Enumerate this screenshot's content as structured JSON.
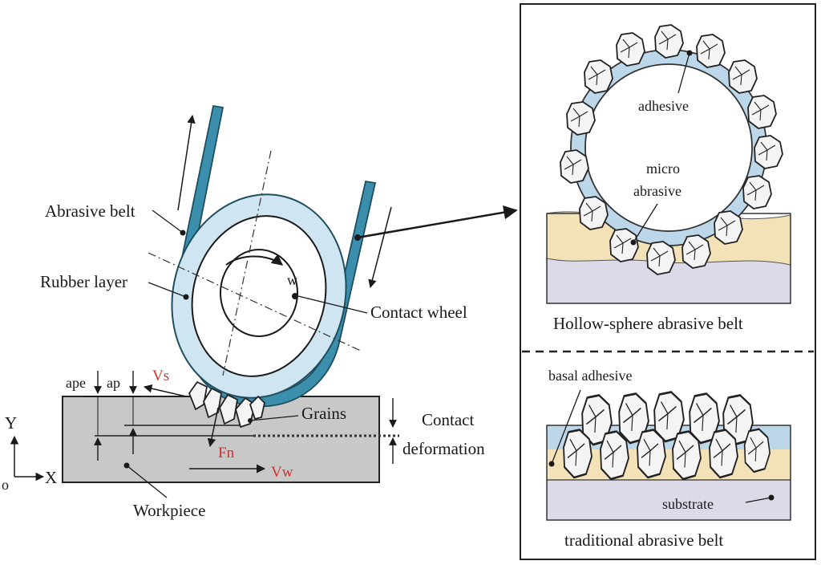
{
  "colors": {
    "belt": "#3b8fad",
    "belt_light": "#cfe6f2",
    "workpiece": "#c8c8c8",
    "adhesive_yellow": "#f3e2b8",
    "substrate": "#dcdae8",
    "force_red": "#d0312d"
  },
  "machine": {
    "abrasive_belt": "Abrasive belt",
    "rubber_layer": "Rubber layer",
    "contact_wheel": "Contact wheel",
    "omega": "w",
    "grains": "Grains",
    "contact_deformation_line1": "Contact",
    "contact_deformation_line2": "deformation",
    "workpiece": "Workpiece",
    "ape": "ape",
    "ap": "ap",
    "vs": "Vs",
    "fn": "Fn",
    "vw": "Vw"
  },
  "axes": {
    "y": "Y",
    "x": "X",
    "origin": "o"
  },
  "hollow_sphere_panel": {
    "adhesive": "adhesive",
    "micro_line1": "micro",
    "micro_line2": "abrasive",
    "caption": "Hollow-sphere abrasive belt"
  },
  "traditional_panel": {
    "basal_adhesive": "basal adhesive",
    "substrate": "substrate",
    "caption": "traditional abrasive belt"
  }
}
